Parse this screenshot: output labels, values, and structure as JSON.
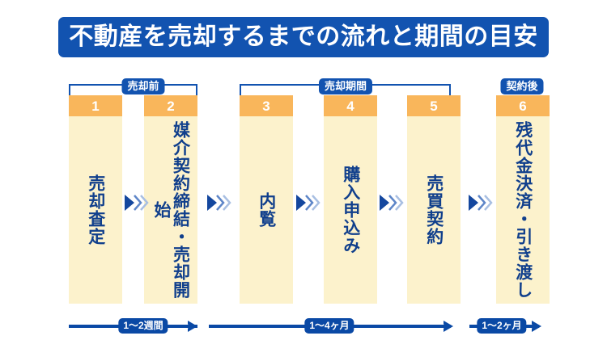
{
  "title": {
    "text": "不動産を売却するまでの流れと期間の目安"
  },
  "phases": [
    {
      "label": "売却前",
      "covers": "1-2"
    },
    {
      "label": "売却期間",
      "covers": "3-5"
    },
    {
      "label": "契約後",
      "covers": "6"
    }
  ],
  "steps": [
    {
      "number": "1",
      "label": "売却査定"
    },
    {
      "number": "2",
      "label": "媒介契約締結・売却開始"
    },
    {
      "number": "3",
      "label": "内覧"
    },
    {
      "number": "4",
      "label": "購入申込み"
    },
    {
      "number": "5",
      "label": "売買契約"
    },
    {
      "number": "6",
      "label": "残代金決済・引き渡し"
    }
  ],
  "chevrons": [
    {
      "name": "chevron-1-to-2"
    },
    {
      "name": "chevron-2-to-3"
    },
    {
      "name": "chevron-3-to-4"
    },
    {
      "name": "chevron-4-to-5"
    },
    {
      "name": "chevron-5-to-6"
    }
  ],
  "durations": [
    {
      "label": "1〜2週間",
      "spans": "1-2"
    },
    {
      "label": "1〜4ヶ月",
      "spans": "3-5"
    },
    {
      "label": "1〜2ヶ月",
      "spans": "6"
    }
  ],
  "colors": {
    "brand_blue": "#1253B0",
    "deep_blue": "#0A49A5",
    "text_blue": "#103F8C",
    "card_header_orange": "#F9B65B",
    "card_body_cream": "#FCF2CC",
    "background": "#FFFFFF"
  }
}
